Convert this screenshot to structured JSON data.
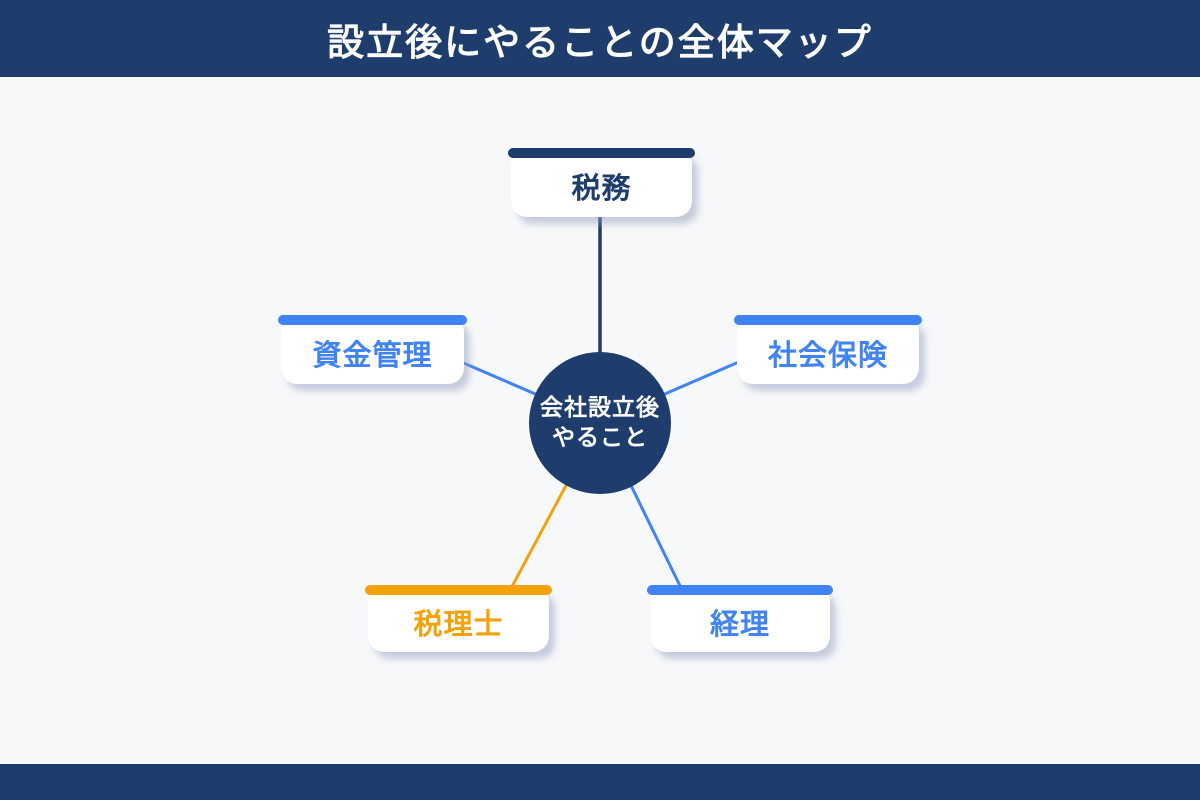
{
  "page": {
    "title": "設立後にやることの全体マップ",
    "background": "#f7f8fa",
    "header_bg": "#1e3d6d",
    "footer_bg": "#1e3d6d"
  },
  "center": {
    "id": "center",
    "label_line1": "会社設立後",
    "label_line2": "やること",
    "bg_color": "#1e3d6d",
    "text_color": "#ffffff"
  },
  "nodes": [
    {
      "id": "tax",
      "label": "税務",
      "accent_color": "#1e3d6d",
      "position": "top"
    },
    {
      "id": "funds",
      "label": "資金管理",
      "accent_color": "#3f83f5",
      "position": "left"
    },
    {
      "id": "social",
      "label": "社会保険",
      "accent_color": "#3f83f5",
      "position": "right"
    },
    {
      "id": "tax-accountant",
      "label": "税理士",
      "accent_color": "#f2a30c",
      "position": "bottom-left"
    },
    {
      "id": "accounting",
      "label": "経理",
      "accent_color": "#3f83f5",
      "position": "bottom-right"
    }
  ],
  "connectors": [
    {
      "from": "center",
      "to": "tax",
      "color": "#1e3d6d"
    },
    {
      "from": "center",
      "to": "funds",
      "color": "#3f83f5"
    },
    {
      "from": "center",
      "to": "social",
      "color": "#3f83f5"
    },
    {
      "from": "center",
      "to": "tax-accountant",
      "color": "#f2a30c"
    },
    {
      "from": "center",
      "to": "accounting",
      "color": "#3f83f5"
    }
  ]
}
